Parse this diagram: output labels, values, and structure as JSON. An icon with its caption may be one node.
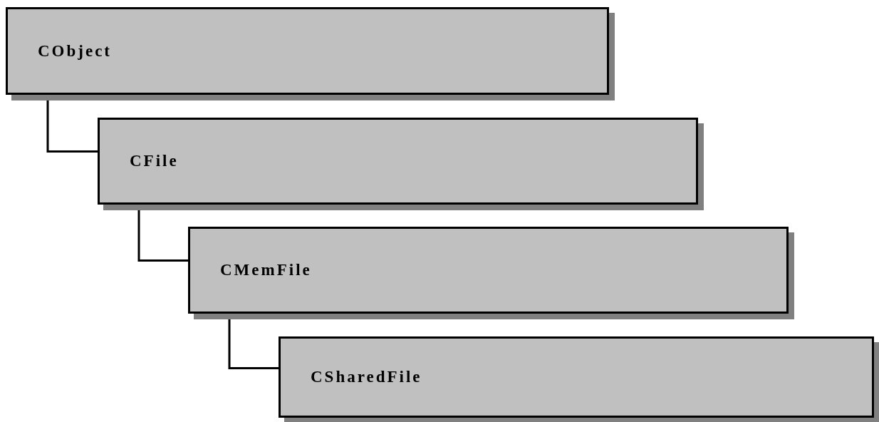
{
  "diagram": {
    "nodes": [
      {
        "text": [
          "CObject"
        ]
      },
      {
        "text": [
          "CFile"
        ]
      },
      {
        "text": [
          "CMemFile"
        ]
      },
      {
        "text": [
          "CSharedFile"
        ]
      }
    ],
    "edges": [
      {
        "from": 0,
        "to": 1,
        "arrow": "none"
      },
      {
        "from": 1,
        "to": 2,
        "arrow": "none"
      },
      {
        "from": 2,
        "to": 3,
        "arrow": "none"
      }
    ]
  }
}
